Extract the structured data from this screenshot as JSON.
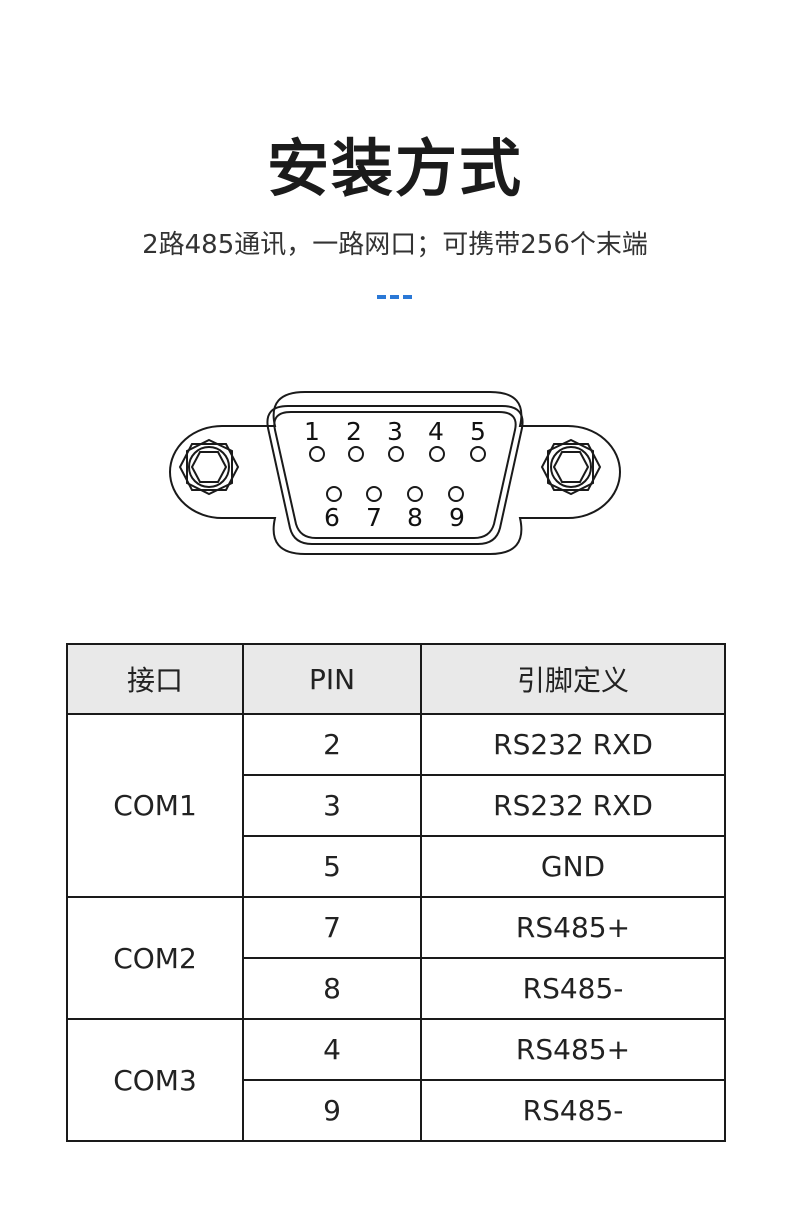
{
  "title": "安装方式",
  "subtitle": "2路485通讯，一路网口；可携带256个末端",
  "colors": {
    "accent": "#2a78d6",
    "header_bg": "#e9e9e9",
    "border": "#1a1a1a"
  },
  "connector": {
    "top_pins": [
      "1",
      "2",
      "3",
      "4",
      "5"
    ],
    "bottom_pins": [
      "6",
      "7",
      "8",
      "9"
    ]
  },
  "table": {
    "headers": [
      "接口",
      "PIN",
      "引脚定义"
    ],
    "groups": [
      {
        "port": "COM1",
        "rows": [
          {
            "pin": "2",
            "def": "RS232 RXD"
          },
          {
            "pin": "3",
            "def": "RS232 RXD"
          },
          {
            "pin": "5",
            "def": "GND"
          }
        ]
      },
      {
        "port": "COM2",
        "rows": [
          {
            "pin": "7",
            "def": "RS485+"
          },
          {
            "pin": "8",
            "def": "RS485-"
          }
        ]
      },
      {
        "port": "COM3",
        "rows": [
          {
            "pin": "4",
            "def": "RS485+"
          },
          {
            "pin": "9",
            "def": "RS485-"
          }
        ]
      }
    ]
  }
}
